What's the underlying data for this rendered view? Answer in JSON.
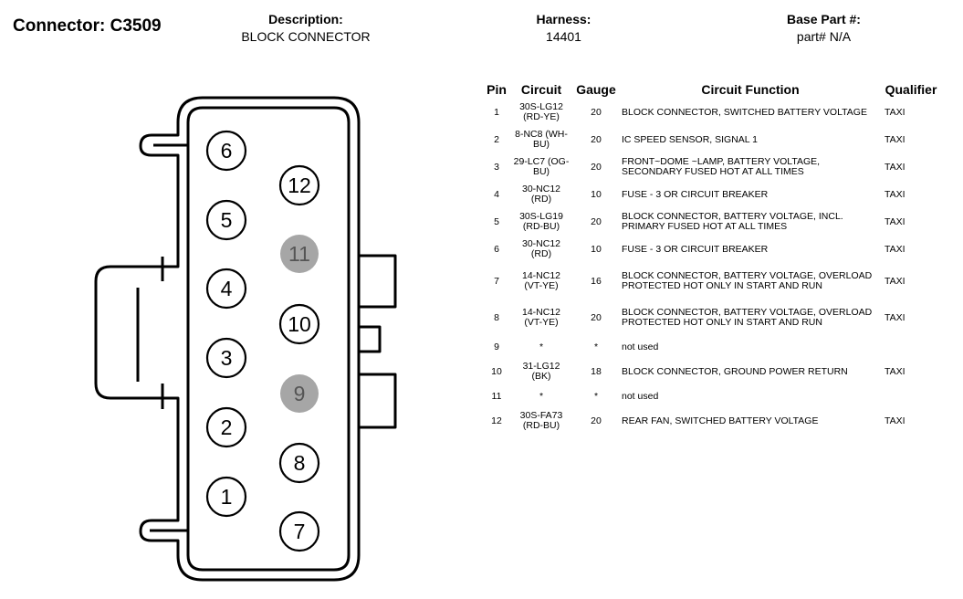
{
  "header": {
    "connector_title": "Connector: C3509",
    "description_label": "Description:",
    "description_value": "BLOCK CONNECTOR",
    "harness_label": "Harness:",
    "harness_value": "14401",
    "base_part_label": "Base Part #:",
    "base_part_value": "part# N/A"
  },
  "diagram": {
    "pins": [
      {
        "num": "6",
        "used": true
      },
      {
        "num": "12",
        "used": true
      },
      {
        "num": "5",
        "used": true
      },
      {
        "num": "11",
        "used": false
      },
      {
        "num": "4",
        "used": true
      },
      {
        "num": "10",
        "used": true
      },
      {
        "num": "3",
        "used": true
      },
      {
        "num": "9",
        "used": false
      },
      {
        "num": "2",
        "used": true
      },
      {
        "num": "8",
        "used": true
      },
      {
        "num": "1",
        "used": true
      },
      {
        "num": "7",
        "used": true
      }
    ],
    "unused_pin_color": "#a6a6a6"
  },
  "table": {
    "headers": [
      "Pin",
      "Circuit",
      "Gauge",
      "Circuit Function",
      "Qualifier"
    ],
    "rows": [
      {
        "pin": "1",
        "circuit": "30S-LG12 (RD-YE)",
        "gauge": "20",
        "function": "BLOCK CONNECTOR, SWITCHED BATTERY VOLTAGE",
        "qualifier": "TAXI"
      },
      {
        "pin": "2",
        "circuit": "8-NC8 (WH-BU)",
        "gauge": "20",
        "function": "IC SPEED SENSOR, SIGNAL 1",
        "qualifier": "TAXI"
      },
      {
        "pin": "3",
        "circuit": "29-LC7 (OG-BU)",
        "gauge": "20",
        "function": "FRONT~DOME ~LAMP, BATTERY VOLTAGE, SECONDARY FUSED HOT AT ALL TIMES",
        "qualifier": "TAXI"
      },
      {
        "pin": "4",
        "circuit": "30-NC12 (RD)",
        "gauge": "10",
        "function": "FUSE - 3 OR CIRCUIT BREAKER",
        "qualifier": "TAXI"
      },
      {
        "pin": "5",
        "circuit": "30S-LG19 (RD-BU)",
        "gauge": "20",
        "function": "BLOCK CONNECTOR, BATTERY VOLTAGE, INCL. PRIMARY FUSED HOT AT ALL TIMES",
        "qualifier": "TAXI"
      },
      {
        "pin": "6",
        "circuit": "30-NC12 (RD)",
        "gauge": "10",
        "function": "FUSE - 3 OR CIRCUIT BREAKER",
        "qualifier": "TAXI"
      },
      {
        "pin": "7",
        "circuit": "14-NC12 (VT-YE)",
        "gauge": "16",
        "function": "BLOCK CONNECTOR, BATTERY VOLTAGE, OVERLOAD PROTECTED HOT ONLY IN START AND RUN",
        "qualifier": "TAXI"
      },
      {
        "pin": "8",
        "circuit": "14-NC12 (VT-YE)",
        "gauge": "20",
        "function": "BLOCK CONNECTOR, BATTERY VOLTAGE, OVERLOAD PROTECTED HOT ONLY IN START AND RUN",
        "qualifier": "TAXI"
      },
      {
        "pin": "9",
        "circuit": "*",
        "gauge": "*",
        "function": "not used",
        "qualifier": ""
      },
      {
        "pin": "10",
        "circuit": "31-LG12 (BK)",
        "gauge": "18",
        "function": "BLOCK CONNECTOR, GROUND POWER RETURN",
        "qualifier": "TAXI"
      },
      {
        "pin": "11",
        "circuit": "*",
        "gauge": "*",
        "function": "not used",
        "qualifier": ""
      },
      {
        "pin": "12",
        "circuit": "30S-FA73 (RD-BU)",
        "gauge": "20",
        "function": "REAR FAN, SWITCHED BATTERY VOLTAGE",
        "qualifier": "TAXI"
      }
    ]
  }
}
